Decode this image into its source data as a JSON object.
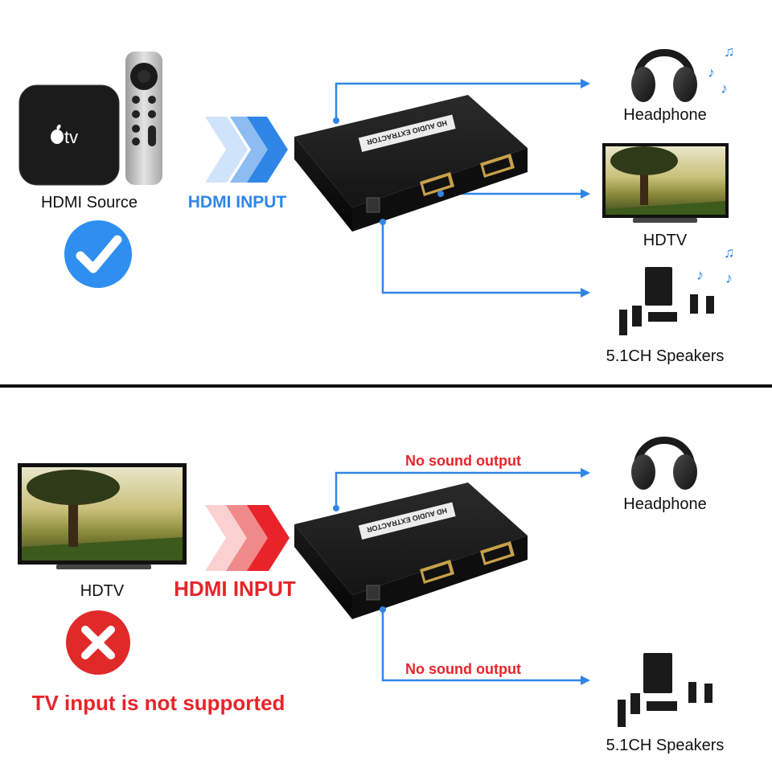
{
  "top": {
    "source_label": "HDMI Source",
    "input_label": "HDMI INPUT",
    "device_text": "HD AUDIO EXTRACTOR",
    "appletv_text": "tv",
    "status": "supported",
    "outputs": {
      "headphone": "Headphone",
      "hdtv": "HDTV",
      "speakers": "5.1CH Speakers"
    }
  },
  "bottom": {
    "source_label": "HDTV",
    "input_label": "HDMI INPUT",
    "device_text": "HD AUDIO EXTRACTOR",
    "status": "not-supported",
    "no_sound_top": "No sound output",
    "no_sound_bottom": "No sound output",
    "warning": "TV input is not supported",
    "outputs": {
      "headphone": "Headphone",
      "speakers": "5.1CH Speakers"
    }
  },
  "colors": {
    "line_blue": "#2f86e6",
    "input_blue": "#2f86e6",
    "input_red": "#e8242a",
    "check_bg": "#2e8ff0",
    "cross_bg": "#e02a2a",
    "device": "#161616",
    "divider": "#111111"
  }
}
